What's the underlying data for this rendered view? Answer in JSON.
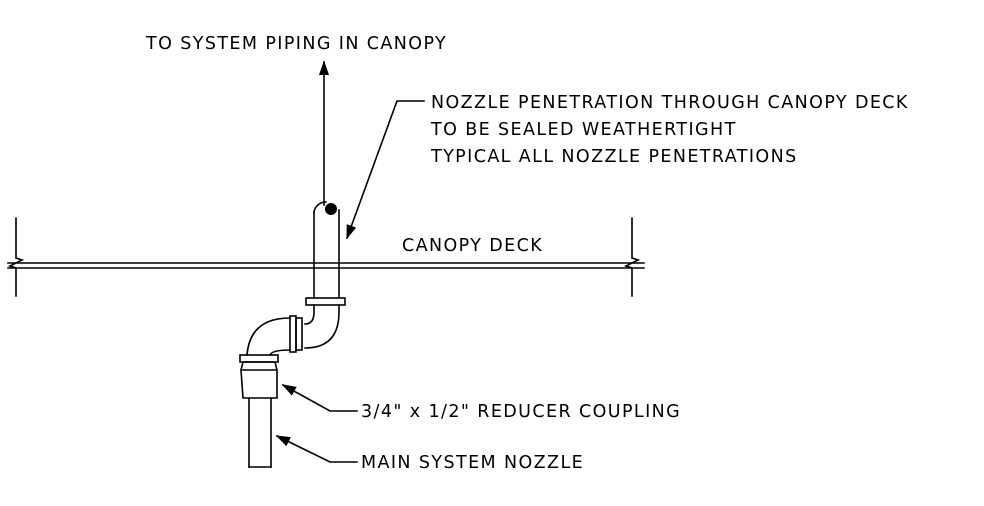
{
  "labels": {
    "to_system_piping": "TO SYSTEM PIPING IN CANOPY",
    "penetration_line1": "NOZZLE PENETRATION THROUGH CANOPY DECK",
    "penetration_line2": "TO BE SEALED WEATHERTIGHT",
    "penetration_line3": "TYPICAL ALL NOZZLE PENETRATIONS",
    "canopy_deck": "CANOPY DECK",
    "reducer_coupling": "3/4\" x 1/2\" REDUCER COUPLING",
    "main_nozzle": "MAIN SYSTEM NOZZLE"
  },
  "colors": {
    "line": "#000000",
    "background": "#ffffff"
  }
}
